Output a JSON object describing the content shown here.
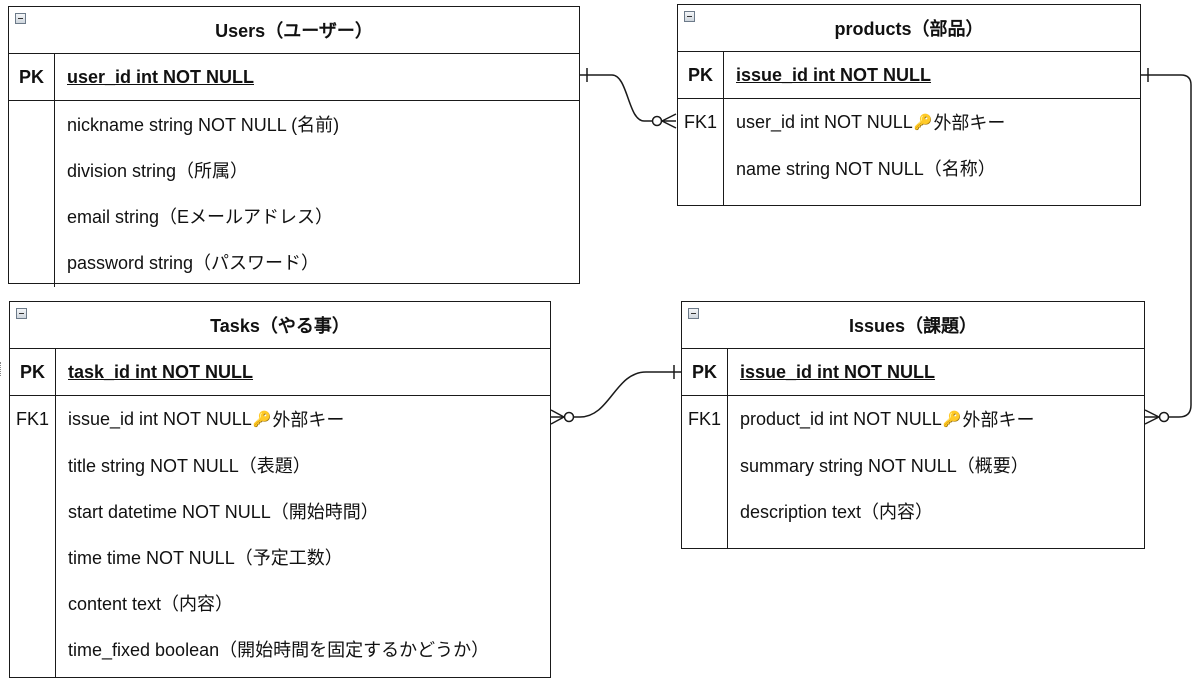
{
  "entities": {
    "users": {
      "title": "Users（ユーザー）",
      "pk_label": "PK",
      "pk_field": "user_id int NOT NULL",
      "attributes": [
        {
          "key": "",
          "text": "nickname string NOT NULL (名前)"
        },
        {
          "key": "",
          "text": "division string（所属）"
        },
        {
          "key": "",
          "text": "email string（Eメールアドレス）"
        },
        {
          "key": "",
          "text": "password string（パスワード）"
        }
      ]
    },
    "products": {
      "title": "products（部品）",
      "pk_label": "PK",
      "pk_field": "issue_id int NOT NULL",
      "attributes": [
        {
          "key": "FK1",
          "text_before": "user_id int NOT NULL",
          "icon": "key-icon",
          "text_after": "外部キー"
        },
        {
          "key": "",
          "text": "name string NOT NULL（名称）"
        }
      ]
    },
    "tasks": {
      "title": "Tasks（やる事）",
      "pk_label": "PK",
      "pk_field": "task_id int NOT NULL",
      "attributes": [
        {
          "key": "FK1",
          "text_before": "issue_id int NOT NULL",
          "icon": "key-icon",
          "text_after": "外部キー"
        },
        {
          "key": "",
          "text": "title string NOT NULL（表題）"
        },
        {
          "key": "",
          "text": "start datetime NOT NULL（開始時間）"
        },
        {
          "key": "",
          "text": "time time NOT NULL（予定工数）"
        },
        {
          "key": "",
          "text": "content text（内容）"
        },
        {
          "key": "",
          "text": "time_fixed boolean（開始時間を固定するかどうか）"
        }
      ]
    },
    "issues": {
      "title": "Issues（課題）",
      "pk_label": "PK",
      "pk_field": "issue_id int NOT NULL",
      "attributes": [
        {
          "key": "FK1",
          "text_before": "product_id int NOT NULL",
          "icon": "key-icon",
          "text_after": "外部キー"
        },
        {
          "key": "",
          "text": "summary string NOT NULL（概要）"
        },
        {
          "key": "",
          "text": "description text（内容）"
        }
      ]
    }
  },
  "key_glyph": "🔑"
}
